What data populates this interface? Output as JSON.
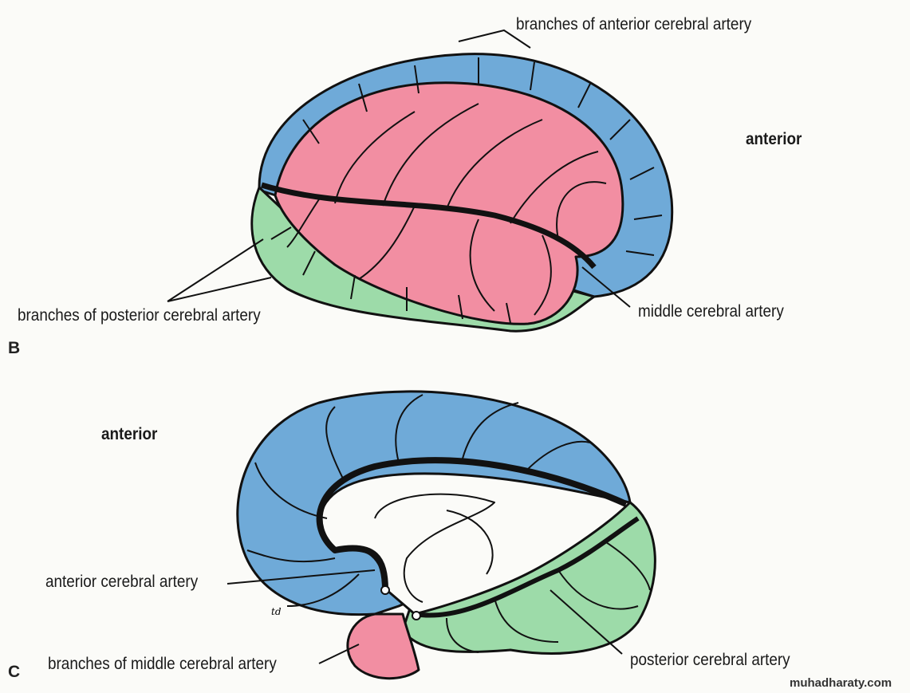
{
  "colors": {
    "anterior": "#6faad8",
    "middle": "#f28ea2",
    "posterior": "#9ddba9",
    "vessel": "#111111"
  },
  "panel_b": {
    "letter": "B",
    "orientation": "anterior",
    "labels": {
      "aca_branches": "branches of anterior cerebral artery",
      "pca_branches": "branches of posterior cerebral artery",
      "mca": "middle cerebral artery"
    }
  },
  "panel_c": {
    "letter": "C",
    "orientation": "anterior",
    "labels": {
      "aca": "anterior cerebral artery",
      "mca_branches": "branches of middle cerebral artery",
      "pca": "posterior cerebral artery"
    },
    "signature": "td"
  },
  "watermark": "muhadharaty.com"
}
